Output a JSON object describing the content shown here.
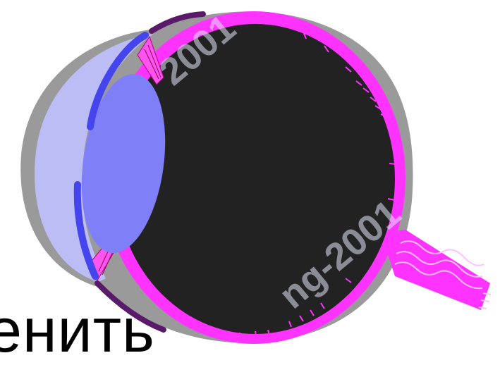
{
  "caption": {
    "partial_text": "енить"
  },
  "watermarks": [
    "2001",
    "ng-2001"
  ],
  "colors": {
    "background": "#ffffff",
    "sclera": "#ff33ff",
    "interior": "#222222",
    "cornea_fill": "#bdbdf5",
    "lens": "#7f7ff7",
    "iris": "#4545ee",
    "shadow": "#999999",
    "choroid_band": "#5a1a6a",
    "ciliary": "#ff55ee",
    "optic_nerve": "#ff33ff"
  }
}
